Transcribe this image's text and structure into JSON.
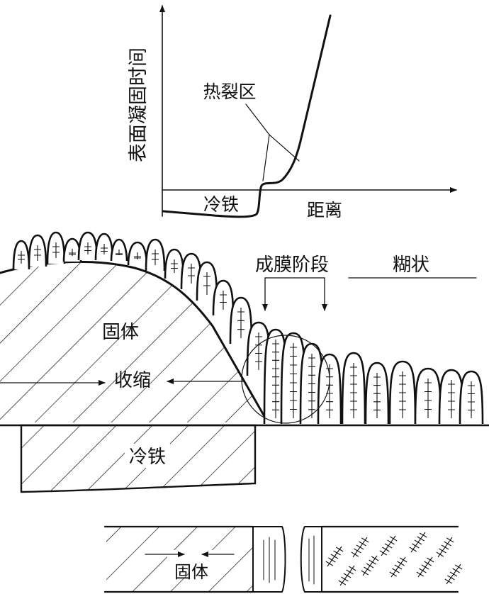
{
  "graph": {
    "y_axis_label": "表面凝固时间",
    "x_axis_label": "距离",
    "hot_tear_zone_label": "热裂区",
    "chill_label": "冷铁"
  },
  "main": {
    "solid_label": "固体",
    "shrink_label": "收缩",
    "film_stage_label": "成膜阶段",
    "mushy_label": "糊状",
    "chill_label": "冷铁"
  },
  "bottom": {
    "solid_label": "固体"
  },
  "colors": {
    "ink": "#111111",
    "background": "#ffffff"
  }
}
